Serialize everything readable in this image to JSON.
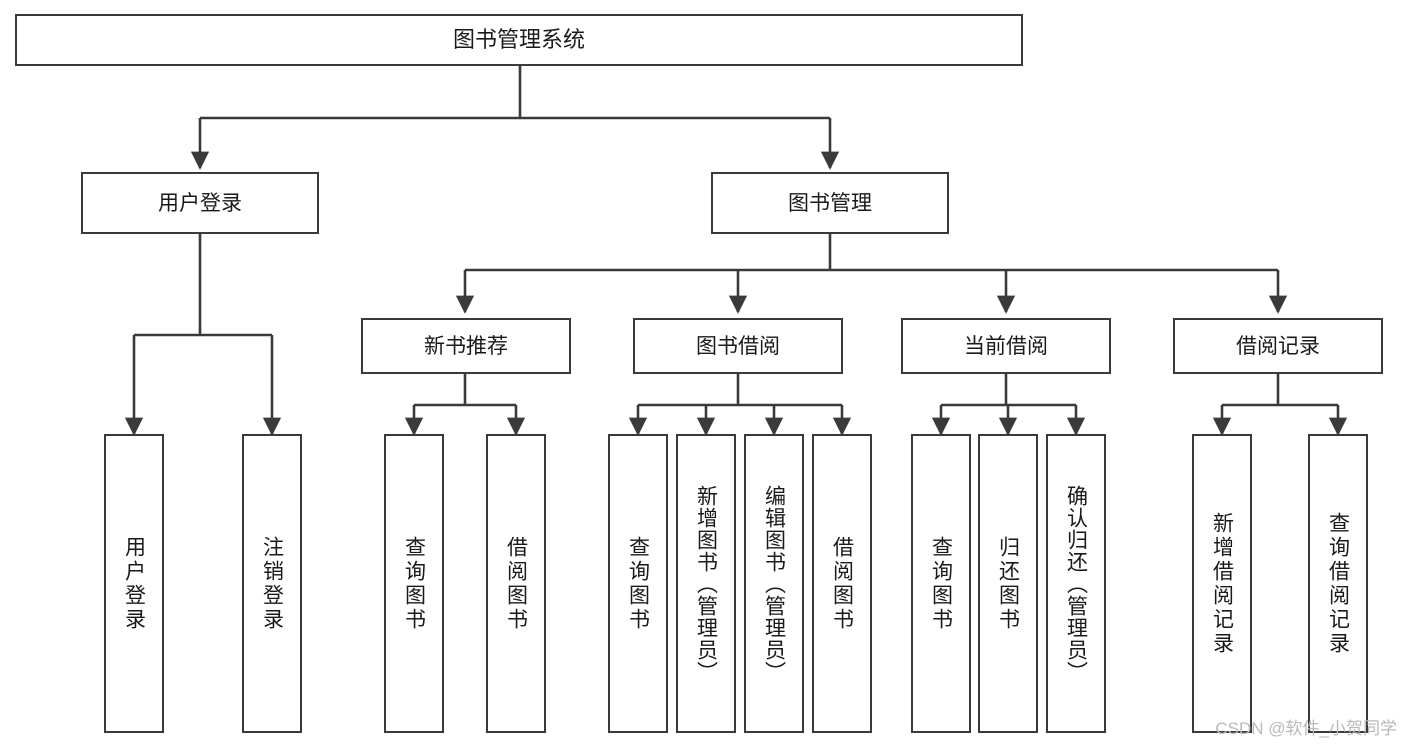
{
  "diagram": {
    "title": "图书管理系统",
    "type": "tree-hierarchy-chart",
    "root": {
      "id": "root",
      "label": "图书管理系统"
    },
    "level2": [
      {
        "id": "user-login",
        "label": "用户登录"
      },
      {
        "id": "book-manage",
        "label": "图书管理"
      }
    ],
    "level3": [
      {
        "id": "new-book-recommend",
        "label": "新书推荐",
        "parent": "book-manage"
      },
      {
        "id": "book-borrow",
        "label": "图书借阅",
        "parent": "book-manage"
      },
      {
        "id": "current-borrow",
        "label": "当前借阅",
        "parent": "book-manage"
      },
      {
        "id": "borrow-record",
        "label": "借阅记录",
        "parent": "book-manage"
      }
    ],
    "leaves": [
      {
        "id": "leaf-user-login",
        "label": "用户登录",
        "parent": "user-login"
      },
      {
        "id": "leaf-user-logout",
        "label": "注销登录",
        "parent": "user-login"
      },
      {
        "id": "leaf-query-book-1",
        "label": "查询图书",
        "parent": "new-book-recommend"
      },
      {
        "id": "leaf-borrow-book-1",
        "label": "借阅图书",
        "parent": "new-book-recommend"
      },
      {
        "id": "leaf-query-book-2",
        "label": "查询图书",
        "parent": "book-borrow"
      },
      {
        "id": "leaf-add-book-admin",
        "label": "新增图书（管理员）",
        "parent": "book-borrow"
      },
      {
        "id": "leaf-edit-book-admin",
        "label": "编辑图书（管理员）",
        "parent": "book-borrow"
      },
      {
        "id": "leaf-borrow-book-2",
        "label": "借阅图书",
        "parent": "book-borrow"
      },
      {
        "id": "leaf-query-book-3",
        "label": "查询图书",
        "parent": "current-borrow"
      },
      {
        "id": "leaf-return-book",
        "label": "归还图书",
        "parent": "current-borrow"
      },
      {
        "id": "leaf-confirm-return-admin",
        "label": "确认归还（管理员）",
        "parent": "current-borrow"
      },
      {
        "id": "leaf-add-borrow-record",
        "label": "新增借阅记录",
        "parent": "borrow-record"
      },
      {
        "id": "leaf-query-borrow-record",
        "label": "查询借阅记录",
        "parent": "borrow-record"
      }
    ]
  },
  "watermark": {
    "text": "CSDN @软件_小贺同学"
  },
  "colors": {
    "background": "#ffffff",
    "box_fill": "#ffffff",
    "box_stroke": "#3a3a3a",
    "connector": "#3a3a3a",
    "text": "#1a1a1a",
    "watermark": "#b9b9b9"
  }
}
